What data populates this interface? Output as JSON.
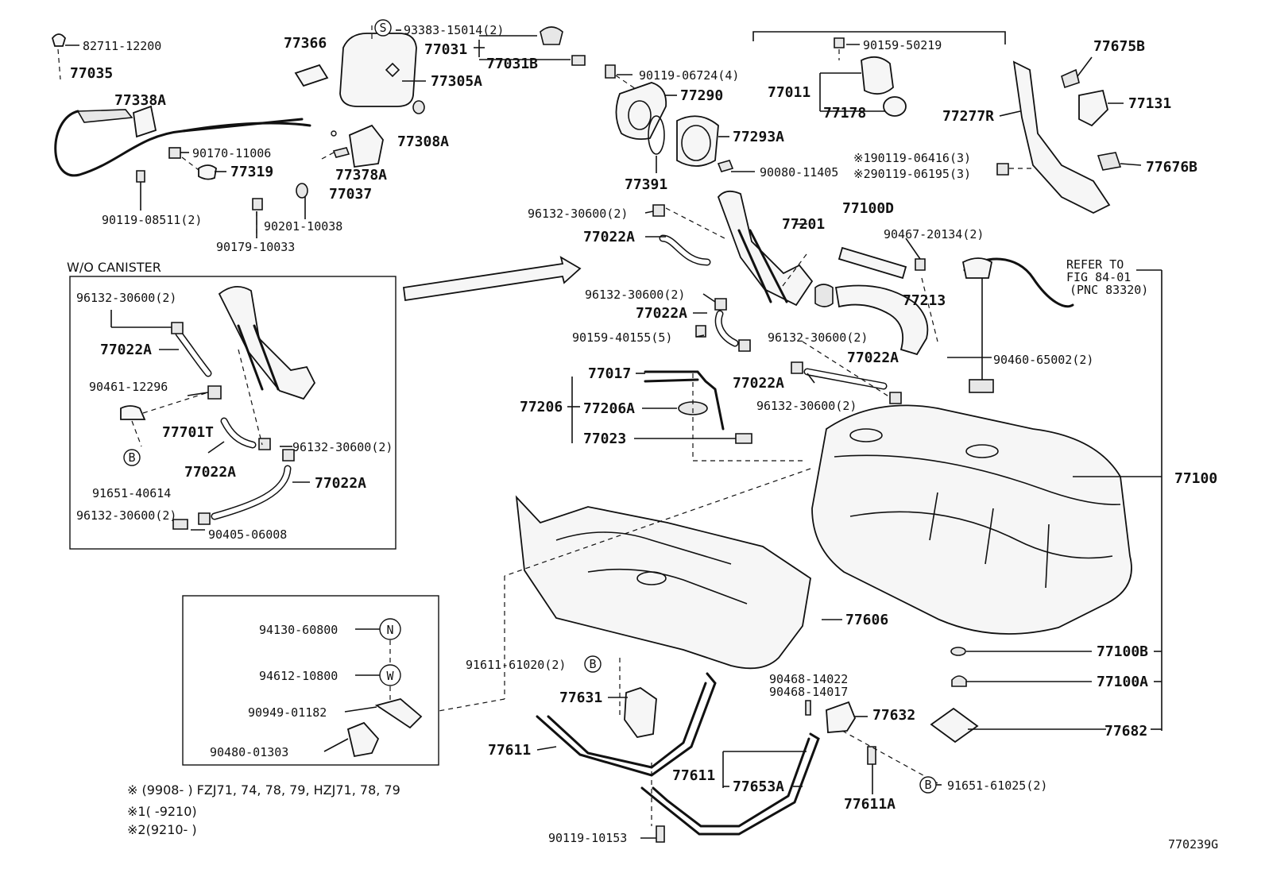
{
  "figure_id": "770239G",
  "inset_canister": {
    "title": "W/O CANISTER"
  },
  "refer": {
    "line1": "REFER TO",
    "line2": "FIG 84-01",
    "line3": "(PNC 83320)"
  },
  "symbols": {
    "S": "S",
    "B": "B",
    "N": "N",
    "W": "W"
  },
  "labels": {
    "p82711": "82711-12200",
    "p77035": "77035",
    "p77338A": "77338A",
    "p77366": "77366",
    "p93383": "93383-15014(2)",
    "p77031": "77031",
    "p77031B": "77031B",
    "p77305A": "77305A",
    "p77308A": "77308A",
    "p90170": "90170-11006",
    "p77319": "77319",
    "p77378A": "77378A",
    "p77037": "77037",
    "p90119_08511": "90119-08511(2)",
    "p90201": "90201-10038",
    "p90179": "90179-10033",
    "p90159_50219": "90159-50219",
    "p77011": "77011",
    "p77178": "77178",
    "p77675B": "77675B",
    "p77277R": "77277R",
    "p77131": "77131",
    "p90119_06724": "90119-06724(4)",
    "p77290": "77290",
    "p77293A": "77293A",
    "p77391": "77391",
    "p90080": "90080-11405",
    "p190119": "※190119-06416(3)",
    "p290119": "※290119-06195(3)",
    "p77676B": "77676B",
    "p96132_a": "96132-30600(2)",
    "p77022A_a": "77022A",
    "p77201": "77201",
    "p77100D": "77100D",
    "p90467": "90467-20134(2)",
    "p96132_b": "96132-30600(2)",
    "p77022A_b": "77022A",
    "p77213": "77213",
    "p90159_40155": "90159-40155(5)",
    "p96132_c": "96132-30600(2)",
    "p77022A_c": "77022A",
    "p90460": "90460-65002(2)",
    "p77017": "77017",
    "p77022A_d": "77022A",
    "p77206": "77206",
    "p77206A": "77206A",
    "p96132_d": "96132-30600(2)",
    "p77023": "77023",
    "p77100": "77100",
    "p77606": "77606",
    "p77100B": "77100B",
    "p77100A": "77100A",
    "p77682": "77682",
    "p91611": "91611-61020(2)",
    "p77631": "77631",
    "p90468_a": "90468-14022",
    "p90468_b": "90468-14017",
    "p77632": "77632",
    "p77611_a": "77611",
    "p77611_b": "77611",
    "p77653A": "77653A",
    "p77611A": "77611A",
    "p91651_61025": "91651-61025(2)",
    "p90119_10153": "90119-10153",
    "i96132_a": "96132-30600(2)",
    "i77022A_a": "77022A",
    "i90461": "90461-12296",
    "i77701T": "77701T",
    "i96132_b": "96132-30600(2)",
    "i77022A_b": "77022A",
    "i77022A_c": "77022A",
    "i91651": "91651-40614",
    "i96132_c": "96132-30600(2)",
    "i90405": "90405-06008",
    "k94130": "94130-60800",
    "k94612": "94612-10800",
    "k90949": "90949-01182",
    "k90480": "90480-01303"
  },
  "notes": {
    "n1": "※ (9908-      ) FZJ71, 74, 78, 79, HZJ71, 78, 79",
    "n2": "※1(      -9210)",
    "n3": "※2(9210-      )"
  }
}
